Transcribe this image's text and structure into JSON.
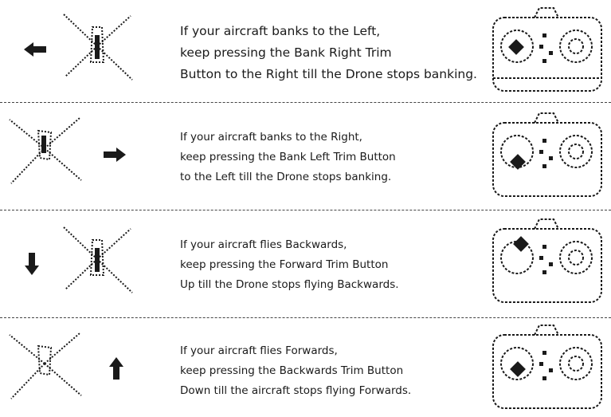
{
  "colors": {
    "ink": "#1a1a1a",
    "divider": "#444444",
    "background": "#ffffff"
  },
  "rows": [
    {
      "arrow_icon": "arrow-left-icon",
      "lines": [
        "If your aircraft banks to the Left,",
        "keep pressing the Bank Right Trim",
        "Button to the Right till the Drone stops banking."
      ]
    },
    {
      "arrow_icon": "arrow-right-icon",
      "lines": [
        "If your aircraft banks to the Right,",
        "keep pressing the Bank Left Trim Button",
        "to the Left till the Drone stops banking."
      ]
    },
    {
      "arrow_icon": "arrow-down-icon",
      "lines": [
        "If your aircraft flies Backwards,",
        "keep pressing the Forward Trim Button",
        "Up till the Drone stops flying Backwards."
      ]
    },
    {
      "arrow_icon": "arrow-up-icon",
      "lines": [
        "If your aircraft flies Forwards,",
        "keep pressing the Backwards Trim Button",
        "Down till the aircraft stops flying Forwards."
      ]
    }
  ]
}
